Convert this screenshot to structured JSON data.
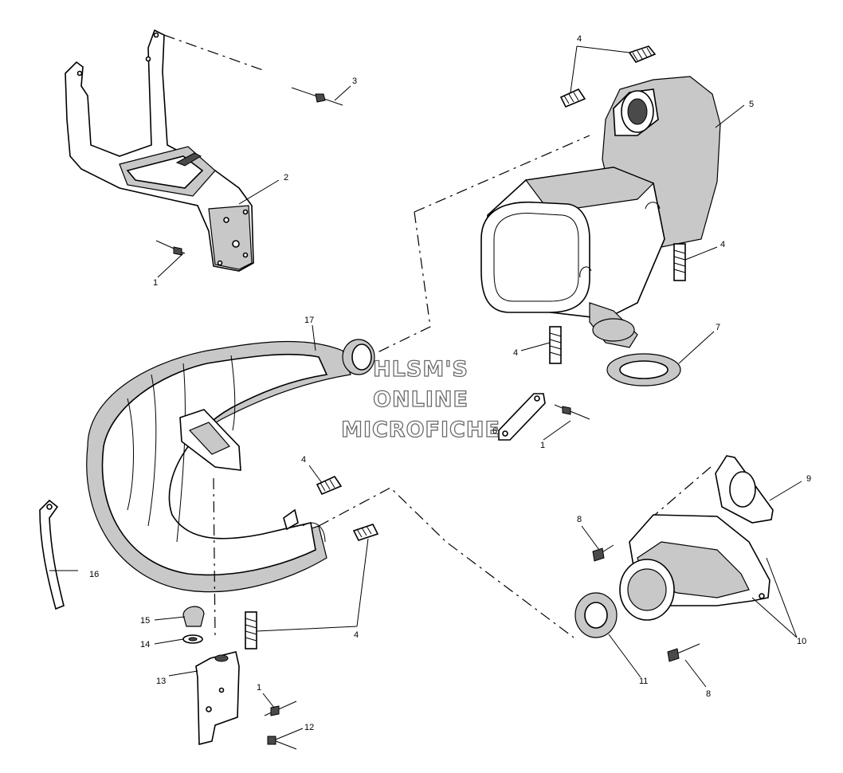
{
  "watermark": {
    "line1": "HLSM'S",
    "line2": "ONLINE",
    "line3": "MICROFICHE"
  },
  "callouts": [
    {
      "id": "c1a",
      "text": "1"
    },
    {
      "id": "c2",
      "text": "2"
    },
    {
      "id": "c3",
      "text": "3"
    },
    {
      "id": "c4a",
      "text": "4"
    },
    {
      "id": "c5",
      "text": "5"
    },
    {
      "id": "c4b",
      "text": "4"
    },
    {
      "id": "c17",
      "text": "17"
    },
    {
      "id": "c4c",
      "text": "4"
    },
    {
      "id": "c7",
      "text": "7"
    },
    {
      "id": "c6",
      "text": "6"
    },
    {
      "id": "c1b",
      "text": "1"
    },
    {
      "id": "c4d",
      "text": "4"
    },
    {
      "id": "c9",
      "text": "9"
    },
    {
      "id": "c8a",
      "text": "8"
    },
    {
      "id": "c16",
      "text": "16"
    },
    {
      "id": "c15",
      "text": "15"
    },
    {
      "id": "c4e",
      "text": "4"
    },
    {
      "id": "c14",
      "text": "14"
    },
    {
      "id": "c10",
      "text": "10"
    },
    {
      "id": "c13",
      "text": "13"
    },
    {
      "id": "c11",
      "text": "11"
    },
    {
      "id": "c1c",
      "text": "1"
    },
    {
      "id": "c8b",
      "text": "8"
    },
    {
      "id": "c12",
      "text": "12"
    }
  ]
}
